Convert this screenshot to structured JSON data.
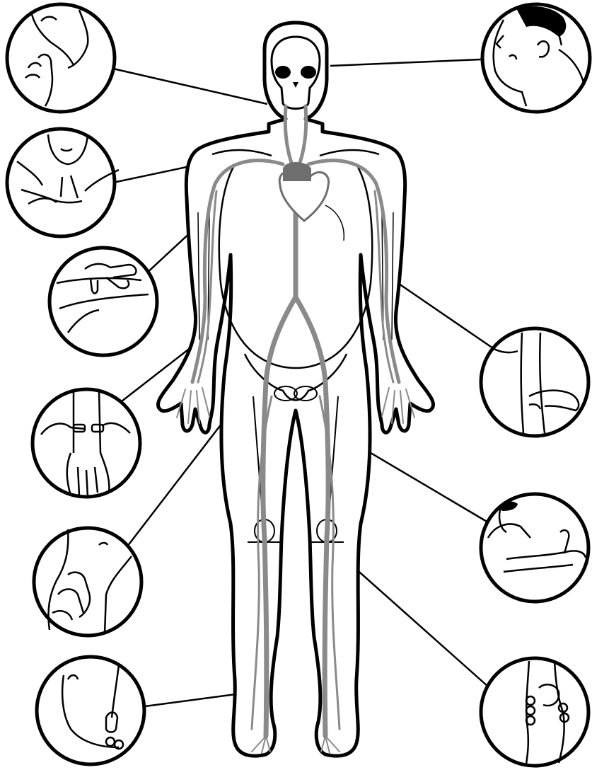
{
  "figure": {
    "subject": "human-circulatory-system",
    "colors": {
      "outline": "#000000",
      "vessel": "#8a8a8a",
      "heart": "#6e6e6e",
      "background": "#ffffff"
    }
  },
  "pulse_points": [
    {
      "id": "carotid",
      "side": "left",
      "icon": "neck-pulse-check"
    },
    {
      "id": "subclavian",
      "side": "left",
      "icon": "collarbone-pulse-check"
    },
    {
      "id": "brachial",
      "side": "left",
      "icon": "upper-arm-pulse-check"
    },
    {
      "id": "radial",
      "side": "left",
      "icon": "wrist-pulse-check"
    },
    {
      "id": "femoral",
      "side": "left",
      "icon": "groin-pulse-check"
    },
    {
      "id": "dorsalis-pedis",
      "side": "left",
      "icon": "foot-pulse-check"
    },
    {
      "id": "temporal",
      "side": "right",
      "icon": "temple-pulse-check"
    },
    {
      "id": "cubital",
      "side": "right",
      "icon": "elbow-pulse-check"
    },
    {
      "id": "popliteal",
      "side": "right",
      "icon": "back-of-knee-pulse-check"
    },
    {
      "id": "posterior-tibial",
      "side": "right",
      "icon": "ankle-pulse-check"
    }
  ]
}
